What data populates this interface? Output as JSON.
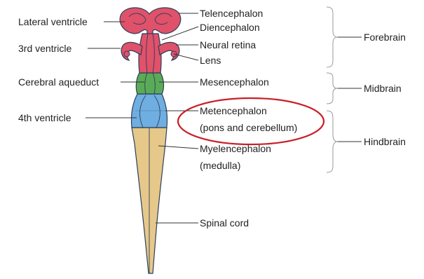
{
  "labels": {
    "lateral_ventricle": "Lateral ventricle",
    "third_ventricle": "3rd ventricle",
    "cerebral_aqueduct": "Cerebral aqueduct",
    "fourth_ventricle": "4th ventricle",
    "telencephalon": "Telencephalon",
    "diencephalon": "Diencephalon",
    "neural_retina": "Neural retina",
    "lens": "Lens",
    "mesencephalon": "Mesencephalon",
    "metencephalon": "Metencephalon",
    "metencephalon_detail": "(pons and cerebellum)",
    "myelencephalon": "Myelencephalon",
    "myelencephalon_detail": "(medulla)",
    "spinal_cord": "Spinal cord"
  },
  "regions": {
    "forebrain": "Forebrain",
    "midbrain": "Midbrain",
    "hindbrain": "Hindbrain"
  },
  "colors": {
    "forebrain_fill": "#e0516a",
    "midbrain_fill": "#5aab57",
    "hindbrain_fill": "#6faee0",
    "spinal_cord_fill": "#e6c88a",
    "highlight_ring": "#c8202a"
  }
}
